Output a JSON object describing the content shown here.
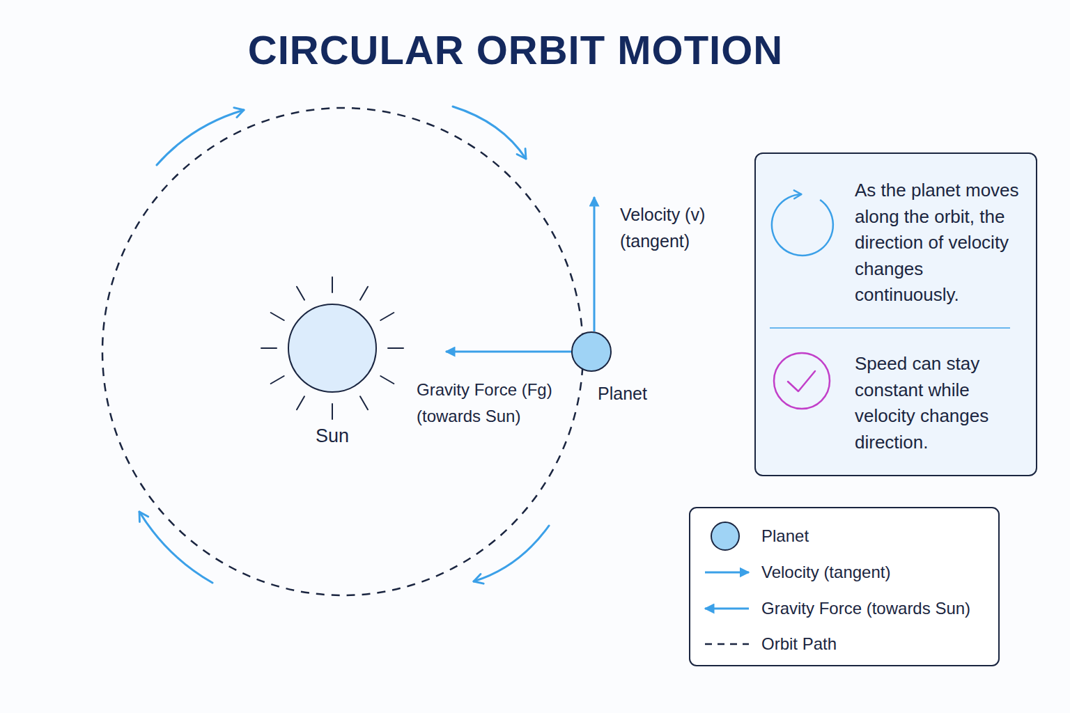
{
  "diagram": {
    "title": "CIRCULAR ORBIT MOTION",
    "nodes": [
      {
        "text": [
          "Sun"
        ]
      },
      {
        "text": [
          "Planet"
        ]
      },
      {
        "text": [
          "As the planet moves along the orbit, the direction of velocity changes continuously.",
          "Speed can stay constant while velocity changes direction."
        ]
      }
    ],
    "labels": [
      "Velocity (v) (tangent)",
      "Gravity Force (Fg) (towards Sun)"
    ],
    "legend": [
      {
        "text": "Planet"
      },
      {
        "text": "Velocity (tangent)"
      },
      {
        "text": "Gravity Force (towards Sun)"
      },
      {
        "text": "Orbit Path"
      }
    ]
  }
}
